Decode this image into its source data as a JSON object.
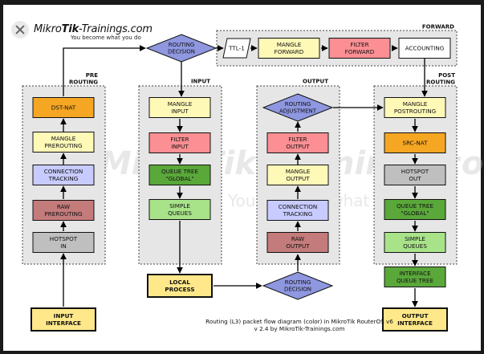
{
  "logo": {
    "brand_prefix": "Mikro",
    "brand_bold": "Tik",
    "brand_suffix": "-Trainings.com",
    "tagline": "You become what you do"
  },
  "watermark": {
    "name": "MikroTik-Trainings.com",
    "tagline": "You become what you do"
  },
  "sections": {
    "prerouting": [
      "PRE",
      "ROUTING"
    ],
    "input": [
      "INPUT"
    ],
    "output": [
      "OUTPUT"
    ],
    "postrouting": [
      "POST",
      "ROUTING"
    ],
    "forward": [
      "FORWARD"
    ]
  },
  "nodes": {
    "routing_decision_top": [
      "ROUTING",
      "DECISION"
    ],
    "ttl": [
      "TTL-1"
    ],
    "mangle_forward": [
      "MANGLE",
      "FORWARD"
    ],
    "filter_forward": [
      "FILTER",
      "FORWARD"
    ],
    "accounting": [
      "ACCOUNTING"
    ],
    "dst_nat": [
      "DST-NAT"
    ],
    "mangle_prerouting": [
      "MANGLE",
      "PREROUTING"
    ],
    "connection_tracking_pre": [
      "CONNECTION",
      "TRACKING"
    ],
    "raw_prerouting": [
      "RAW",
      "PREROUTING"
    ],
    "hotspot_in": [
      "HOTSPOT",
      "IN"
    ],
    "input_interface": [
      "INPUT",
      "INTERFACE"
    ],
    "mangle_input": [
      "MANGLE",
      "INPUT"
    ],
    "filter_input": [
      "FILTER",
      "INPUT"
    ],
    "queue_tree_global_input": [
      "QUEUE TREE",
      "\"GLOBAL\""
    ],
    "simple_queues_input": [
      "SIMPLE",
      "QUEUES"
    ],
    "local_process": [
      "LOCAL",
      "PROCESS"
    ],
    "routing_adjustment": [
      "ROUTING",
      "ADJUSTMENT"
    ],
    "filter_output": [
      "FILTER",
      "OUTPUT"
    ],
    "mangle_output": [
      "MANGLE",
      "OUTPUT"
    ],
    "connection_tracking_out": [
      "CONNECTION",
      "TRACKING"
    ],
    "raw_output": [
      "RAW",
      "OUTPUT"
    ],
    "routing_decision_bottom": [
      "ROUTING",
      "DECISION"
    ],
    "mangle_postrouting": [
      "MANGLE",
      "POSTROUTING"
    ],
    "src_nat": [
      "SRC-NAT"
    ],
    "hotspot_out": [
      "HOTSPOT",
      "OUT"
    ],
    "queue_tree_global_post": [
      "QUEUE TREE",
      "\"GLOBAL\""
    ],
    "simple_queues_post": [
      "SIMPLE",
      "QUEUES"
    ],
    "interface_queue_tree": [
      "INTERFACE",
      "QUEUE TREE"
    ],
    "output_interface": [
      "OUTPUT",
      "INTERFACE"
    ]
  },
  "caption": [
    "Routing (L3) packet flow diagram (color) in MikroTik RouterOS v6",
    "v 2.4 by MikroTik-Trainings.com"
  ],
  "colors": {
    "orange": "#f5a623",
    "yellow": "#fff9b8",
    "lavender": "#c8cbff",
    "mauve": "#c47b7b",
    "grey": "#bfbfbf",
    "pink": "#fb8f93",
    "green": "#5aa83a",
    "lightgreen": "#a8e38a",
    "gold": "#fee88a",
    "diamond": "#8e97df",
    "white": "#ffffff"
  }
}
